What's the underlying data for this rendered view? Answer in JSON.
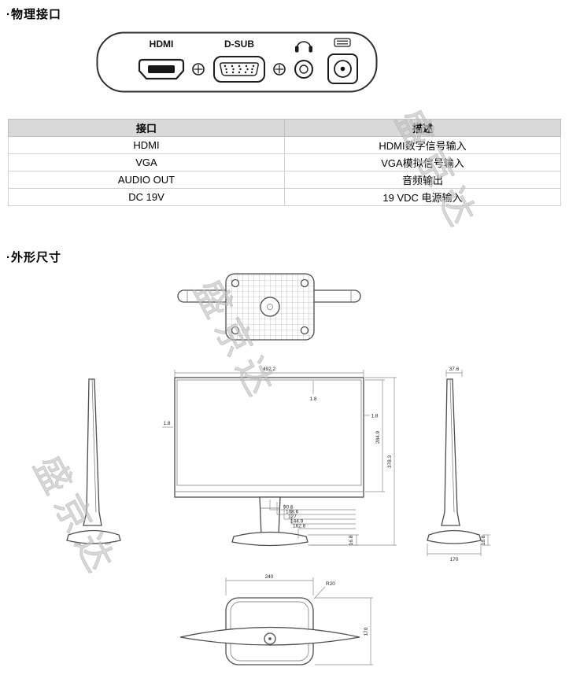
{
  "sections": {
    "physical_ports_title": "·物理接口",
    "dimensions_title": "·外形尺寸"
  },
  "port_panel": {
    "hdmi_label": "HDMI",
    "dsub_label": "D-SUB"
  },
  "ports_table": {
    "headers": [
      "接口",
      "描述"
    ],
    "rows": [
      {
        "port": "HDMI",
        "desc": "HDMI数字信号输入"
      },
      {
        "port": "VGA",
        "desc": "VGA模拟信号输入"
      },
      {
        "port": "AUDIO OUT",
        "desc": "音频输出"
      },
      {
        "port": "DC 19V",
        "desc": "19 VDC 电源输入"
      }
    ]
  },
  "dims": {
    "front_width": "492.2",
    "bezel_top": "1.8",
    "bezel_left": "1.8",
    "bezel_right": "1.8",
    "screen_height": "284.9",
    "total_height": "378.3",
    "stand_w1": "90.6",
    "stand_w2": "108.6",
    "stand_w3": "127",
    "stand_w4": "144.9",
    "stand_w5": "162.8",
    "base_height_front": "16.8",
    "side_depth": "37.6",
    "side_base_depth": "170",
    "side_base_height": "18.8",
    "base_width": "240",
    "base_depth": "170",
    "base_radius": "R20"
  },
  "watermark": {
    "text": "盛京达"
  }
}
